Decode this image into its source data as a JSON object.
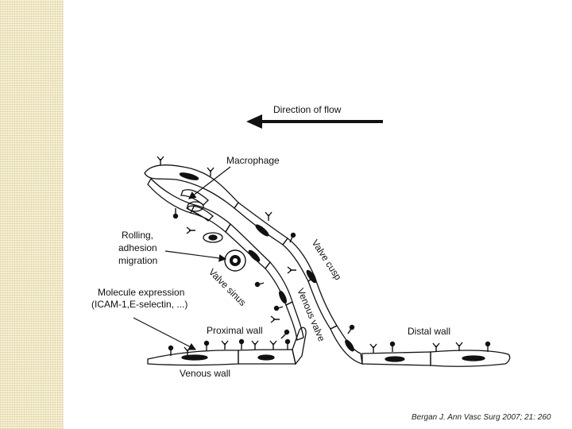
{
  "labels": {
    "direction_of_flow": "Direction of flow",
    "macrophage": "Macrophage",
    "rolling_line1": "Rolling,",
    "rolling_line2": "adhesion",
    "rolling_line3": "migration",
    "molecule_line1": "Molecule expression",
    "molecule_line2": "(ICAM-1,E-selectin, ...)",
    "proximal_wall": "Proximal wall",
    "venous_wall": "Venous wall",
    "distal_wall": "Distal wall",
    "valve_cusp": "Valve cusp",
    "valve_sinus": "Valve sinus",
    "venous_valve": "Venous valve"
  },
  "citation": "Bergan J.  Ann Vasc Surg  2007; 21: 260"
}
